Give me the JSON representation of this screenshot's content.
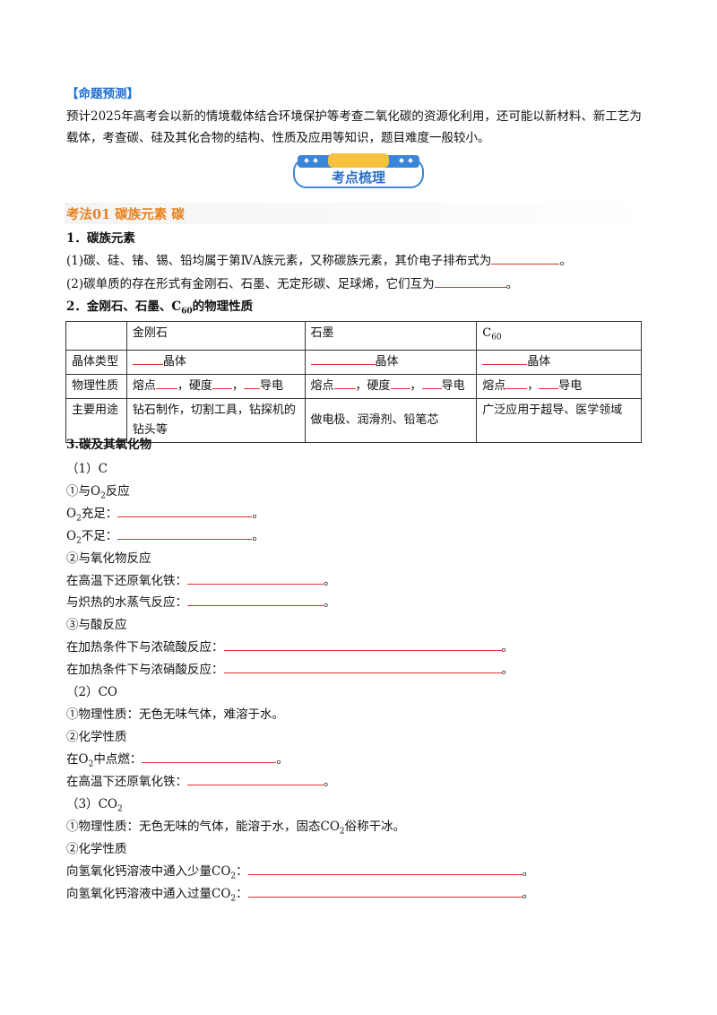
{
  "header": {
    "label": "【命题预测】"
  },
  "intro": "预计2025年高考会以新的情境载体结合环境保护等考查二氧化碳的资源化利用，还可能以新材料、新工艺为载体，考查碳、硅及其化合物的结构、性质及应用等知识，题目难度一般较小。",
  "banner": {
    "title": "考点梳理",
    "primary": "#3a86d8",
    "accent": "#f6c23e"
  },
  "section": {
    "title": "考法01  碳族元素   碳"
  },
  "h1": "1．碳族元素",
  "p1a": "(1)碳、硅、锗、锡、铅均属于第ⅣA族元素，又称碳族元素，其价电子排布式为",
  "p1a_end": "。",
  "p1b": "(2)碳单质的存在形式有金刚石、石墨、无定形碳、足球烯，它们互为",
  "p1b_end": "。",
  "h2a": "2．金刚石、石墨、C",
  "h2sub": "60",
  "h2b": "的物理性质",
  "table": {
    "head": [
      "",
      "金刚石",
      "石墨",
      "C"
    ],
    "head_sub": "60",
    "r1": {
      "label": "晶体类型",
      "c1": "晶体",
      "c2": "晶体",
      "c3": "晶体"
    },
    "r2": {
      "label": "物理性质",
      "a": "熔点",
      "b": "，硬度",
      "c": "，",
      "d": "导电",
      "e": "熔点",
      "f": "，"
    },
    "r3": {
      "label": "主要用途",
      "c1": "钻石制作，切割工具，钻探机的钻头等",
      "c2": "做电极、润滑剂、铅笔芯",
      "c3": "广泛应用于超导、医学领域"
    }
  },
  "h3": "3.碳及其氧化物",
  "l": {
    "c_head": "（1）C",
    "o2_react": "①与O",
    "o2_react_b": "反应",
    "o2_full": "O",
    "o2_full_b": "充足：",
    "o2_lack": "O",
    "o2_lack_b": "不足：",
    "oxide": "②与氧化物反应",
    "fe_oxide": "在高温下还原氧化铁：",
    "steam": "与炽热的水蒸气反应：",
    "acid": "③与酸反应",
    "h2so4": "在加热条件下与浓硫酸反应：",
    "hno3": "在加热条件下与浓硝酸反应：",
    "co_head": "（2）CO",
    "co_phys": "①物理性质：无色无味气体，难溶于水。",
    "co_chem": "②化学性质",
    "co_burn": "在O",
    "co_burn_b": "中点燃：",
    "co_fe": "在高温下还原氧化铁：",
    "co2_head": "（3）CO",
    "co2_phys": "①物理性质：无色无味的气体，能溶于水，固态CO",
    "co2_phys_b": "俗称干冰。",
    "co2_chem": "②化学性质",
    "co2_small": "向氢氧化钙溶液中通入少量CO",
    "co2_large": "向氢氧化钙溶液中通入过量CO",
    "colon": "：",
    "sub2": "2",
    "end": "。"
  }
}
